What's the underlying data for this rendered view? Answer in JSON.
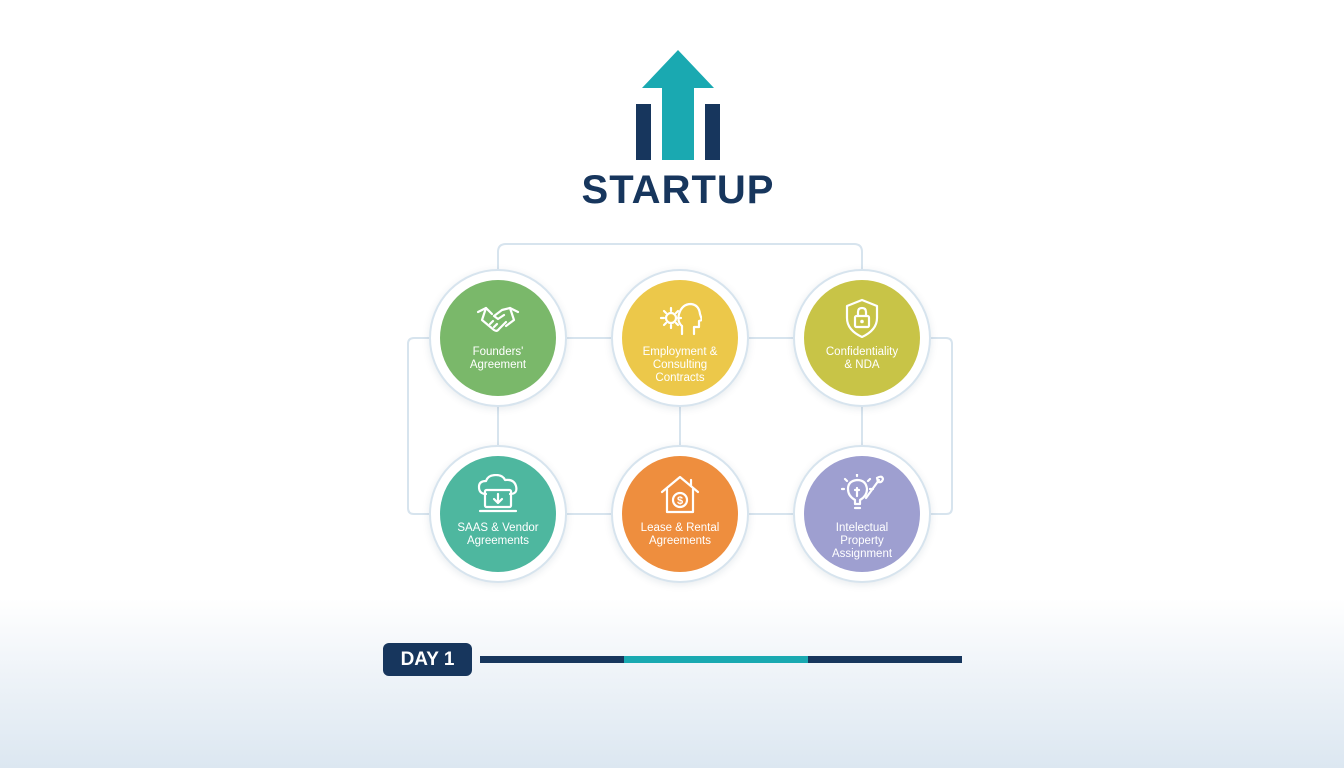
{
  "title": "STARTUP",
  "colors": {
    "navy": "#17365d",
    "teal": "#1aa9b1",
    "line": "#d7e4ee"
  },
  "nodes": [
    {
      "label": "Founders'\nAgreement",
      "icon": "handshake-icon",
      "color": "#7ab86a"
    },
    {
      "label": "Employment &\nConsulting\nContracts",
      "icon": "gear-head-icon",
      "color": "#ecc84a"
    },
    {
      "label": "Confidentiality\n& NDA",
      "icon": "shield-lock-icon",
      "color": "#c8c447"
    },
    {
      "label": "SAAS & Vendor\nAgreements",
      "icon": "cloud-laptop-icon",
      "color": "#4eb79f"
    },
    {
      "label": "Lease & Rental\nAgreements",
      "icon": "house-dollar-icon",
      "color": "#ee8e3e"
    },
    {
      "label": "Intelectual\nProperty\nAssignment",
      "icon": "lightbulb-brush-icon",
      "color": "#9e9fd0"
    }
  ],
  "timeline": {
    "label": "DAY 1"
  }
}
